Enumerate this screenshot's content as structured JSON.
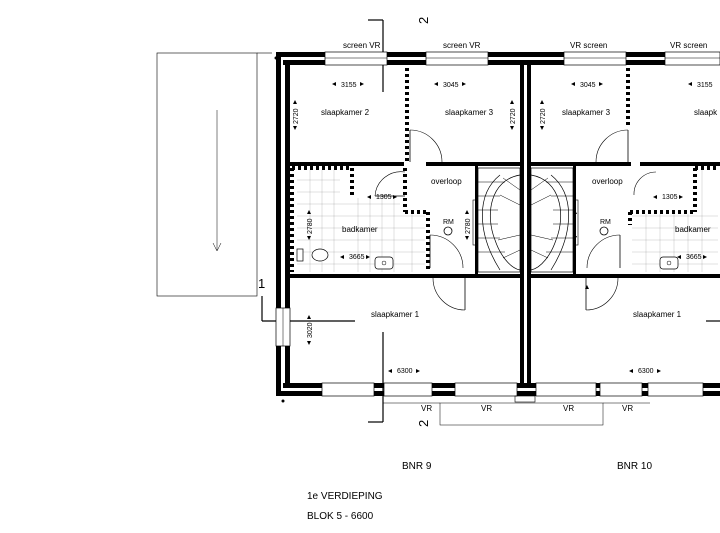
{
  "section_markers": {
    "top": "2",
    "bottom": "2",
    "left": "1"
  },
  "window_labels": {
    "top": [
      "screen  VR",
      "screen  VR",
      "VR  screen",
      "VR  screen"
    ],
    "bottom": [
      "VR",
      "VR",
      "VR",
      "VR"
    ]
  },
  "rooms_bnr9": {
    "slaapkamer2": "slaapkamer 2",
    "slaapkamer3": "slaapkamer 3",
    "overloop": "overloop",
    "badkamer": "badkamer",
    "slaapkamer1": "slaapkamer 1",
    "rm": "RM"
  },
  "rooms_bnr10": {
    "slaapkamer3": "slaapkamer 3",
    "overloop": "overloop",
    "badkamer": "badkamer",
    "slaapkamer": "slaapk",
    "slaapkamer1": "slaapkamer 1",
    "rm": "RM"
  },
  "dimensions_bnr9": {
    "d3155": "3155",
    "d3045": "3045",
    "d2720a": "2720",
    "d2720b": "2720",
    "d1305": "1305",
    "d2780a": "2780",
    "d2780b": "2780",
    "d3665": "3665",
    "d3020": "3020",
    "d6300": "6300"
  },
  "dimensions_bnr10": {
    "d3045": "3045",
    "d3155": "3155",
    "d2720": "2720",
    "d1305": "1305",
    "d3665": "3665",
    "d6300": "6300"
  },
  "captions": {
    "bnr9": "BNR 9",
    "bnr10": "BNR 10",
    "floor": "1e VERDIEPING",
    "block": "BLOK 5 - 6600"
  }
}
